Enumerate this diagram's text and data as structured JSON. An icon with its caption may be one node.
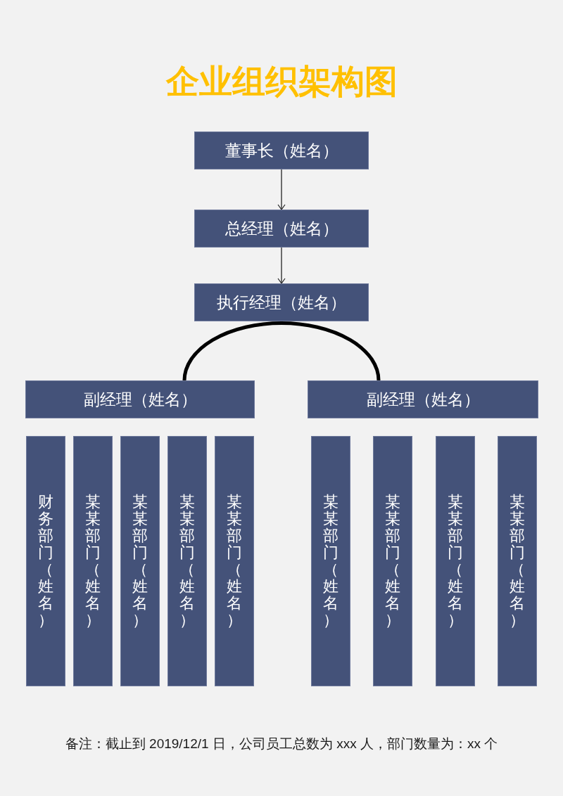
{
  "diagram": {
    "title": "企业组织架构图",
    "nodes": [
      {
        "text": [
          "董事长（姓名）"
        ]
      },
      {
        "text": [
          "总经理（姓名）"
        ]
      },
      {
        "text": [
          "执行经理（姓名）"
        ]
      },
      {
        "text": [
          "副经理（姓名）"
        ]
      },
      {
        "text": [
          "副经理（姓名）"
        ]
      },
      {
        "text": [
          "财务部门（姓名）"
        ]
      },
      {
        "text": [
          "某某部门（姓名）"
        ]
      },
      {
        "text": [
          "某某部门（姓名）"
        ]
      },
      {
        "text": [
          "某某部门（姓名）"
        ]
      },
      {
        "text": [
          "某某部门（姓名）"
        ]
      },
      {
        "text": [
          "某某部门（姓名）"
        ]
      },
      {
        "text": [
          "某某部门（姓名）"
        ]
      },
      {
        "text": [
          "某某部门（姓名）"
        ]
      },
      {
        "text": [
          "某某部门（姓名）"
        ]
      }
    ],
    "edges": [
      {
        "from": 0,
        "to": 1,
        "arrow": "to"
      },
      {
        "from": 1,
        "to": 2,
        "arrow": "to"
      },
      {
        "from": 2,
        "to": 3,
        "arrow": "none",
        "style": "thick"
      },
      {
        "from": 2,
        "to": 4,
        "arrow": "none",
        "style": "thick"
      }
    ],
    "labels": [
      "备注：截止到 2019/12/1 日，公司员工总数为 xxx 人，部门数量为：xx 个"
    ]
  }
}
